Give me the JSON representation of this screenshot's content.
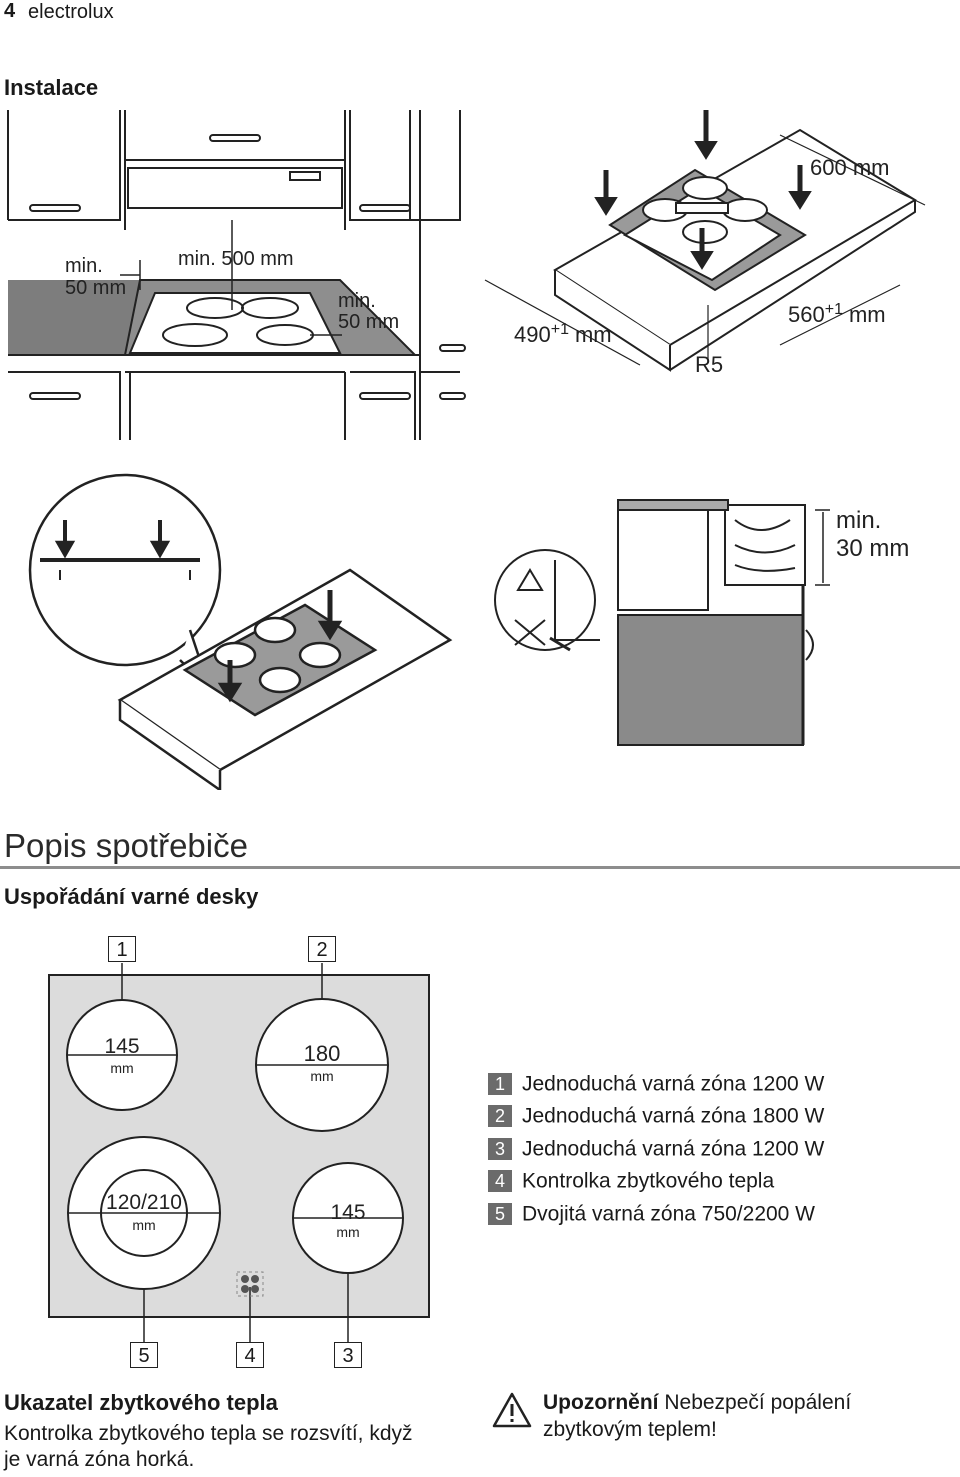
{
  "header": {
    "page_number": "4",
    "brand": "electrolux"
  },
  "installation": {
    "title": "Instalace",
    "dims": {
      "left_min": "min.",
      "left_val": "50 mm",
      "top_min": "min. 500 mm",
      "right_min": "min.",
      "right_val": "50 mm",
      "depth_600": "600 mm",
      "cut_560": "560",
      "cut_560_sup": "+1",
      "cut_560_unit": "mm",
      "cut_490": "490",
      "cut_490_sup": "+1",
      "cut_490_unit": "mm",
      "radius": "R5",
      "min30_a": "min.",
      "min30_b": "30 mm"
    }
  },
  "description": {
    "title": "Popis spotřebiče",
    "subtitle": "Uspořádání varné desky",
    "zone_sizes": {
      "z1": "145",
      "z2": "180",
      "z5": "120/210",
      "z3": "145",
      "unit": "mm"
    },
    "callouts": [
      "1",
      "2",
      "5",
      "4",
      "3"
    ],
    "legend": [
      {
        "num": "1",
        "text": "Jednoduchá varná zóna 1200 W"
      },
      {
        "num": "2",
        "text": "Jednoduchá varná zóna 1800 W"
      },
      {
        "num": "3",
        "text": "Jednoduchá varná zóna 1200 W"
      },
      {
        "num": "4",
        "text": "Kontrolka zbytkového tepla"
      },
      {
        "num": "5",
        "text": "Dvojitá varná zóna 750/2200 W"
      }
    ]
  },
  "residual_heat": {
    "title": "Ukazatel zbytkového tepla",
    "line1": "Kontrolka zbytkového tepla se rozsvítí, když",
    "line2": "je varná zóna horká."
  },
  "warning": {
    "label": "Upozornění",
    "text1": "Nebezpečí popálení",
    "text2": "zbytkovým teplem!"
  }
}
